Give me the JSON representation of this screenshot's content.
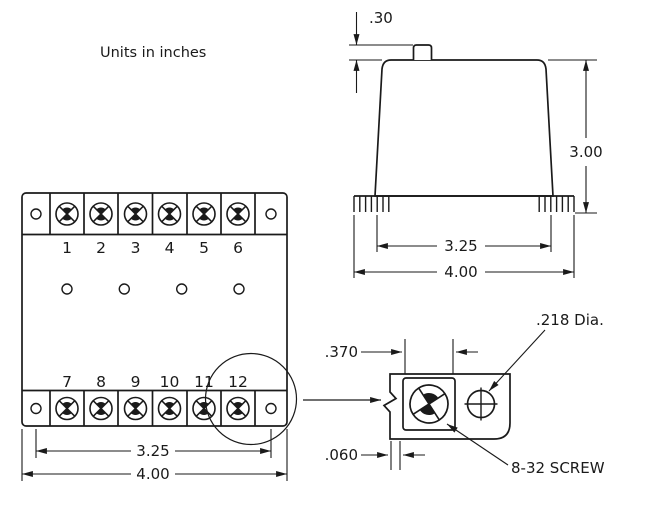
{
  "note": "Units in inches",
  "front_view": {
    "terminals_top": [
      "1",
      "2",
      "3",
      "4",
      "5",
      "6"
    ],
    "terminals_bottom": [
      "7",
      "8",
      "9",
      "10",
      "11",
      "12"
    ],
    "dims": {
      "hole_spacing": "3.25",
      "overall_width": "4.00"
    }
  },
  "side_view": {
    "dims": {
      "button_height": ".30",
      "overall_height": "3.00",
      "foot_spacing": "3.25",
      "overall_width": "4.00"
    }
  },
  "detail_view": {
    "dims": {
      "terminal_width": ".370",
      "wall_thickness": ".060"
    },
    "labels": {
      "hole_diameter": ".218 Dia.",
      "screw": "8-32 SCREW"
    }
  },
  "colors": {
    "line": "#1a1a1a",
    "background": "#ffffff"
  }
}
